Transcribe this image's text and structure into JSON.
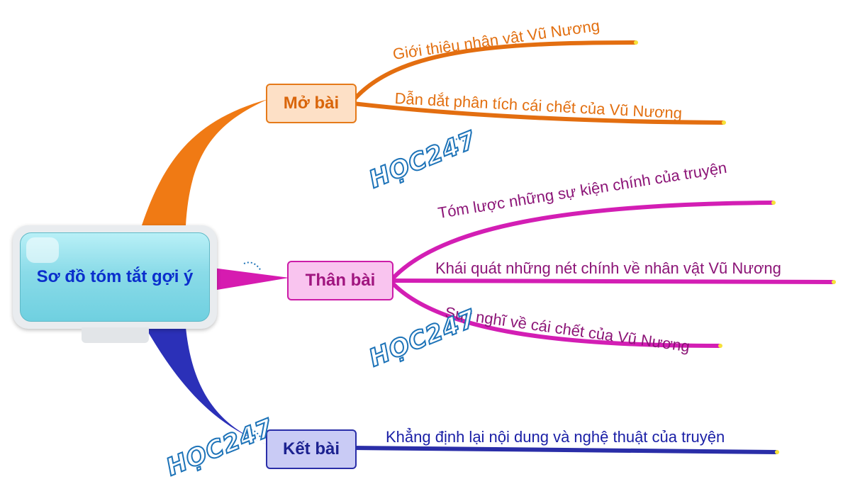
{
  "root": {
    "label": "Sơ đồ tóm tắt gợi ý"
  },
  "branches": [
    {
      "label": "Mở bài",
      "color": "#e57a1a",
      "leaves": [
        "Giới thiệu nhân vật Vũ Nương",
        "Dẫn dắt phân tích cái chết của Vũ Nương"
      ]
    },
    {
      "label": "Thân bài",
      "color": "#cc1ca8",
      "leaves": [
        "Tóm lược những sự kiện chính của truyện",
        "Khái quát những nét chính về nhân vật Vũ Nương",
        "Suy nghĩ về cái chết của Vũ Nương"
      ]
    },
    {
      "label": "Kết bài",
      "color": "#2a2ea8",
      "leaves": [
        "Khẳng định lại nội dung và nghệ thuật của truyện"
      ]
    }
  ],
  "watermark": {
    "text": "HỌC247",
    "color": "#1d73b8"
  }
}
